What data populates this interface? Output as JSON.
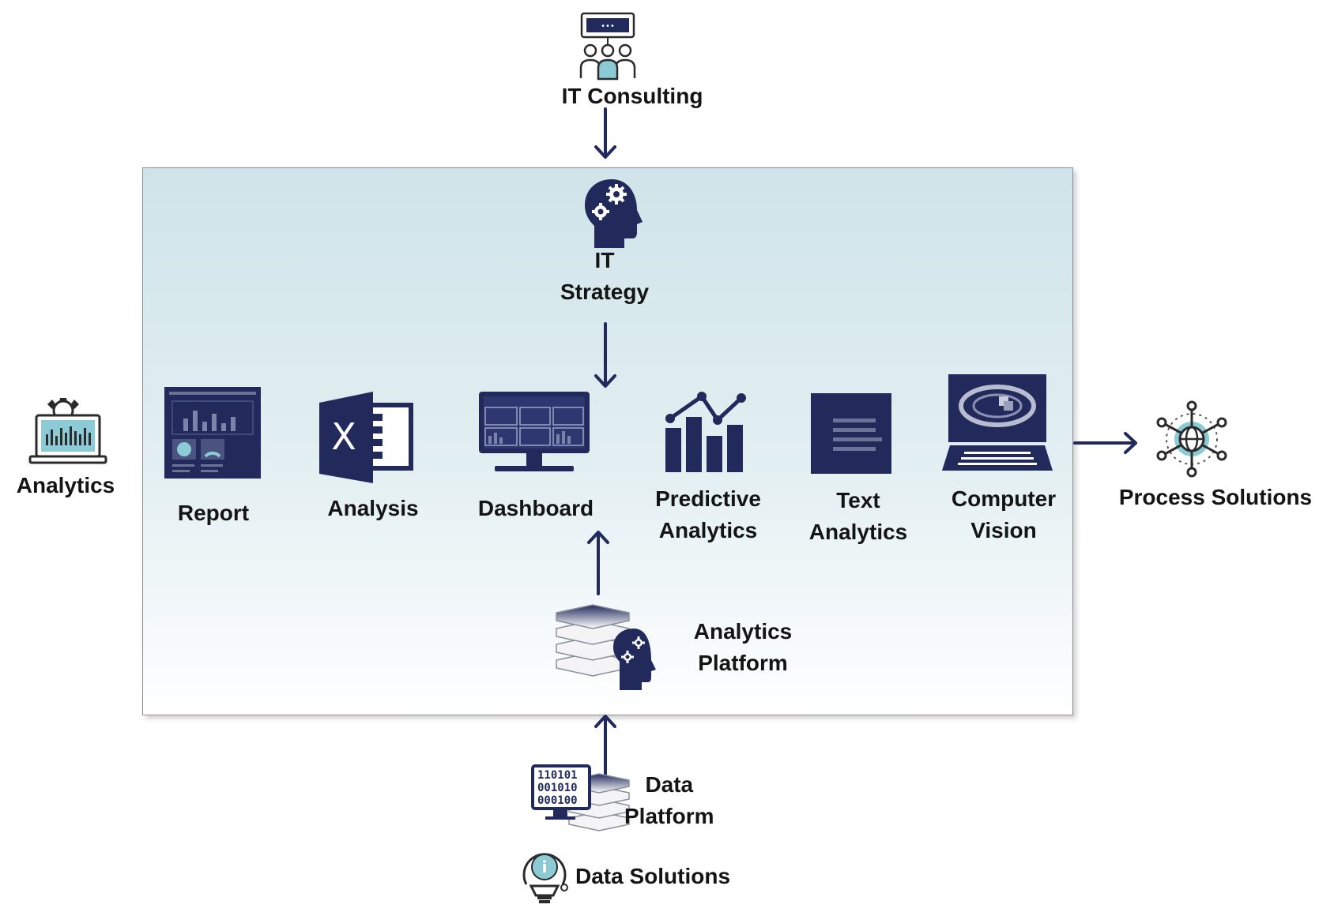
{
  "external": {
    "it_consulting": "IT Consulting",
    "analytics": "Analytics",
    "process_solutions": "Process Solutions",
    "data_platform": [
      "Data",
      "Platform"
    ],
    "data_solutions": "Data Solutions"
  },
  "panel": {
    "it_strategy": [
      "IT",
      "Strategy"
    ],
    "analytics_platform": [
      "Analytics",
      "Platform"
    ],
    "items": [
      {
        "label": [
          "Report"
        ]
      },
      {
        "label": [
          "Analysis"
        ]
      },
      {
        "label": [
          "Dashboard"
        ]
      },
      {
        "label": [
          "Predictive",
          "Analytics"
        ]
      },
      {
        "label": [
          "Text",
          "Analytics"
        ]
      },
      {
        "label": [
          "Computer",
          "Vision"
        ]
      }
    ]
  },
  "colors": {
    "navy": "#222a5c",
    "teal": "#8ccbd6",
    "panel_top": "#cfe4ea"
  },
  "icons": [
    "presentation-team-icon",
    "brain-gears-icon",
    "report-icon",
    "excel-icon",
    "dashboard-monitor-icon",
    "bar-line-chart-icon",
    "text-document-icon",
    "computer-vision-icon",
    "laptop-analytics-icon",
    "network-globe-icon",
    "database-brain-icon",
    "binary-monitor-icon",
    "lightbulb-info-icon"
  ]
}
